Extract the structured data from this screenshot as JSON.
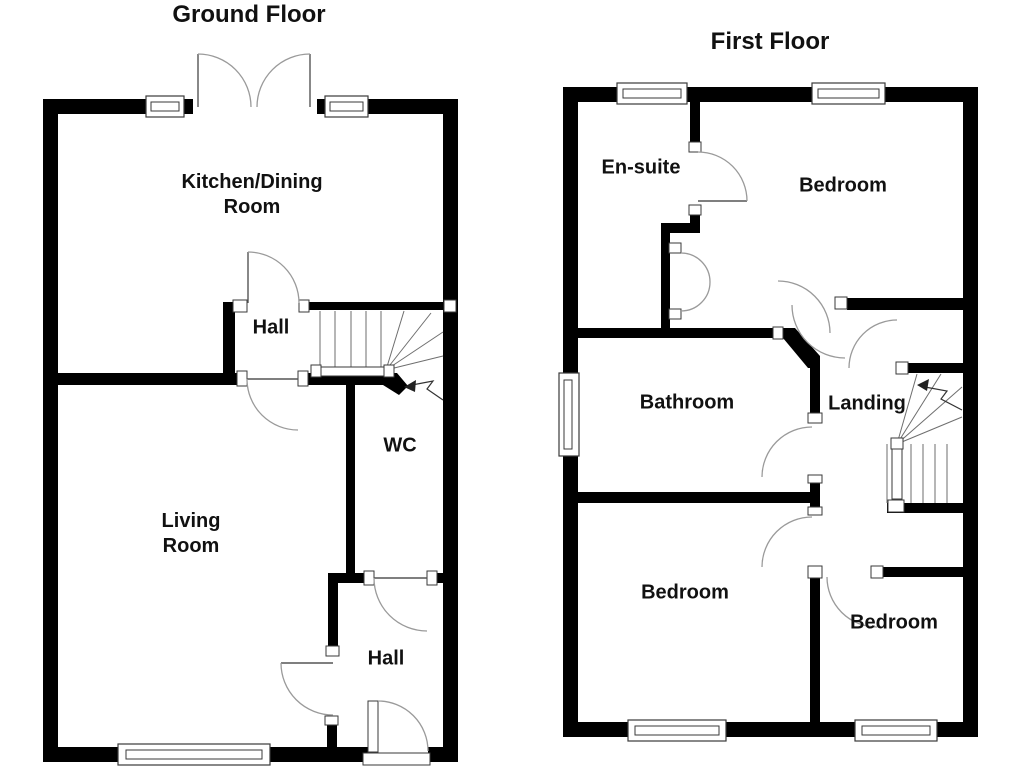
{
  "document_type": "floor-plan",
  "colors": {
    "wall": "#000000",
    "background": "#ffffff",
    "door_arc": "#9a9a9a",
    "stair_lines": "#6e6e6e",
    "fixture_outline": "#3a3a3a"
  },
  "floors": [
    {
      "title": "Ground Floor",
      "rooms": [
        {
          "label": "Kitchen/Dining\nRoom"
        },
        {
          "label": "Hall"
        },
        {
          "label": "WC"
        },
        {
          "label": "Living\nRoom"
        },
        {
          "label": "Hall"
        }
      ]
    },
    {
      "title": "First Floor",
      "rooms": [
        {
          "label": "En-suite"
        },
        {
          "label": "Bedroom"
        },
        {
          "label": "Bathroom"
        },
        {
          "label": "Landing"
        },
        {
          "label": "Bedroom"
        },
        {
          "label": "Bedroom"
        }
      ]
    }
  ]
}
